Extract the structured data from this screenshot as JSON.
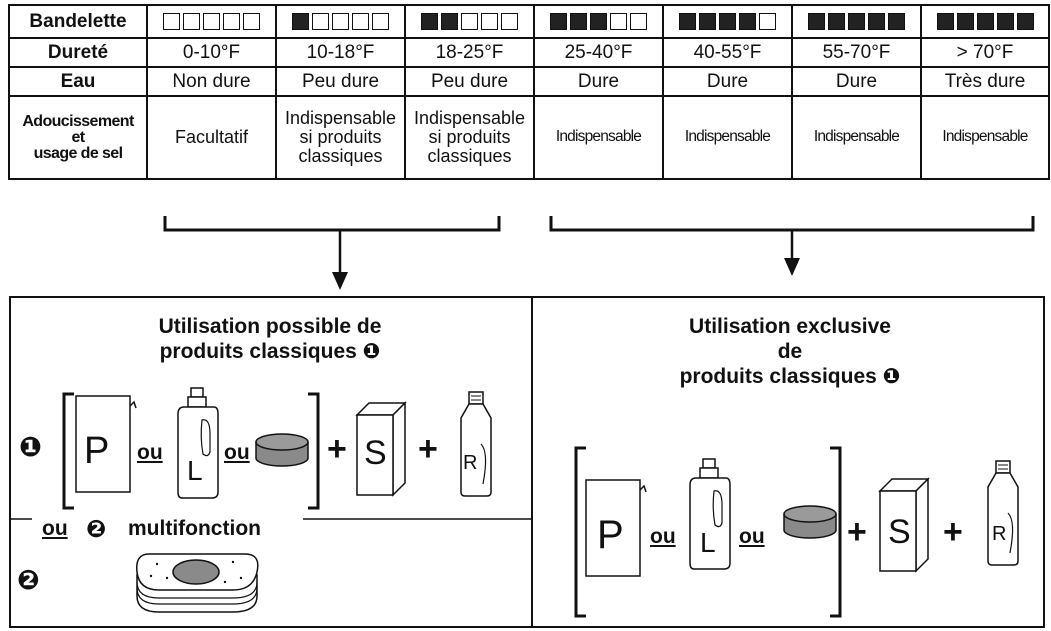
{
  "table": {
    "row_headers": {
      "strip": "Bandelette",
      "hardness": "Dureté",
      "water": "Eau",
      "softening": [
        "Adoucissement",
        "et",
        "usage de sel"
      ]
    },
    "columns": [
      {
        "filled": 0,
        "hardness": "0-10°F",
        "water": "Non dure",
        "softening": [
          "Facultatif"
        ]
      },
      {
        "filled": 1,
        "hardness": "10-18°F",
        "water": "Peu dure",
        "softening": [
          "Indispensable",
          "si produits",
          "classiques"
        ]
      },
      {
        "filled": 2,
        "hardness": "18-25°F",
        "water": "Peu dure",
        "softening": [
          "Indispensable",
          "si produits",
          "classiques"
        ]
      },
      {
        "filled": 3,
        "hardness": "25-40°F",
        "water": "Dure",
        "softening": [
          "Indispensable"
        ]
      },
      {
        "filled": 4,
        "hardness": "40-55°F",
        "water": "Dure",
        "softening": [
          "Indispensable"
        ]
      },
      {
        "filled": 5,
        "hardness": "55-70°F",
        "water": "Dure",
        "softening": [
          "Indispensable"
        ]
      },
      {
        "filled": 5,
        "hardness": "> 70°F",
        "water": "Très dure",
        "softening": [
          "Indispensable"
        ]
      }
    ],
    "squares_per_strip": 5
  },
  "left_panel": {
    "title_lines": [
      "Utilisation possible de",
      "produits classiques ❶"
    ],
    "marker_1": "❶",
    "or_label": "ou",
    "or_label_2": "ou",
    "plus": "+",
    "plus_2": "+",
    "multifunction_or": "ou",
    "multifunction_marker": "❷",
    "multifunction_label": "multifonction",
    "marker_2": "❷"
  },
  "right_panel": {
    "title_lines": [
      "Utilisation exclusive",
      "de",
      "produits classiques ❶"
    ],
    "or_label": "ou",
    "or_label_2": "ou",
    "plus": "+",
    "plus_2": "+"
  },
  "products": {
    "powder_letter": "P",
    "liquid_letter": "L",
    "salt_letter": "S",
    "rinse_letter": "R"
  },
  "colors": {
    "ink": "#111111",
    "tablet_fill": "#8a8a8a",
    "paper": "#ffffff"
  }
}
